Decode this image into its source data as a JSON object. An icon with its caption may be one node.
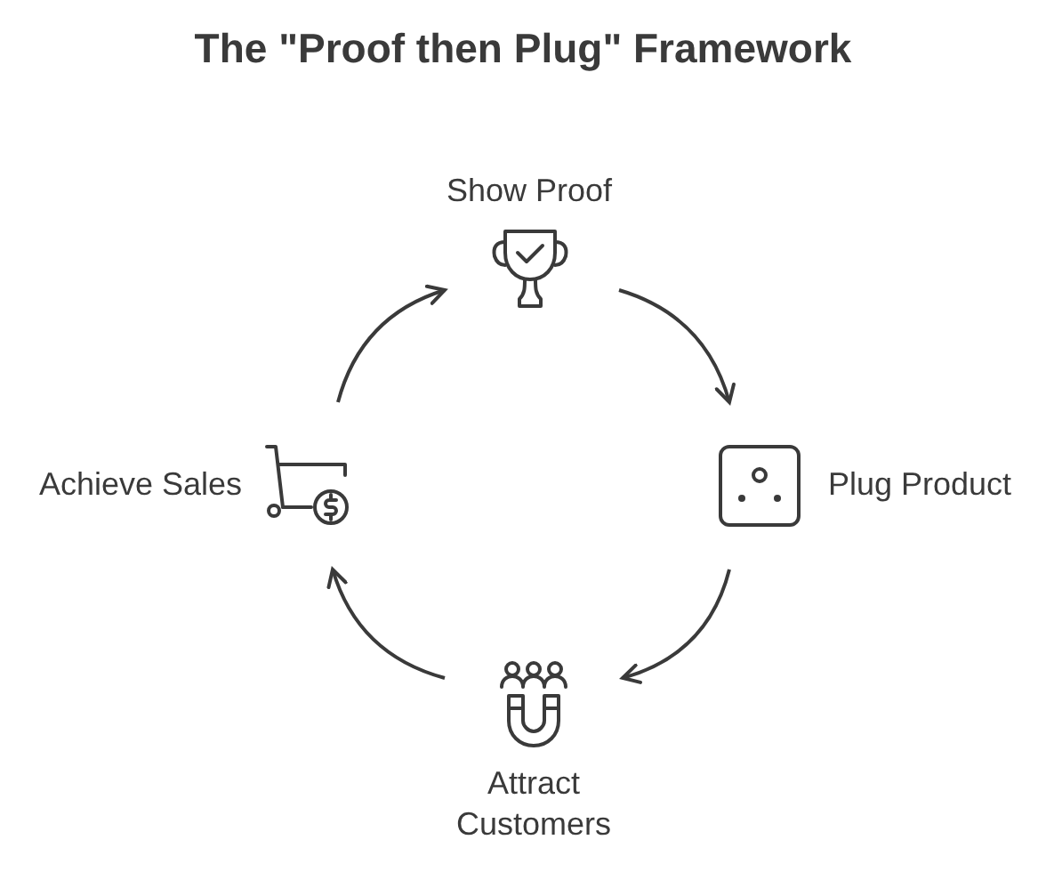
{
  "diagram": {
    "title": "The \"Proof then Plug\" Framework",
    "nodes": [
      {
        "text": [
          "Show Proof"
        ]
      },
      {
        "text": [
          "Plug Product"
        ]
      },
      {
        "text": [
          "Attract Customers"
        ]
      },
      {
        "text": [
          "Achieve Sales"
        ]
      }
    ],
    "edges": [
      {
        "from": 0,
        "to": 1,
        "arrow": "to"
      },
      {
        "from": 1,
        "to": 2,
        "arrow": "to"
      },
      {
        "from": 2,
        "to": 3,
        "arrow": "to"
      },
      {
        "from": 3,
        "to": 0,
        "arrow": "to"
      }
    ]
  }
}
